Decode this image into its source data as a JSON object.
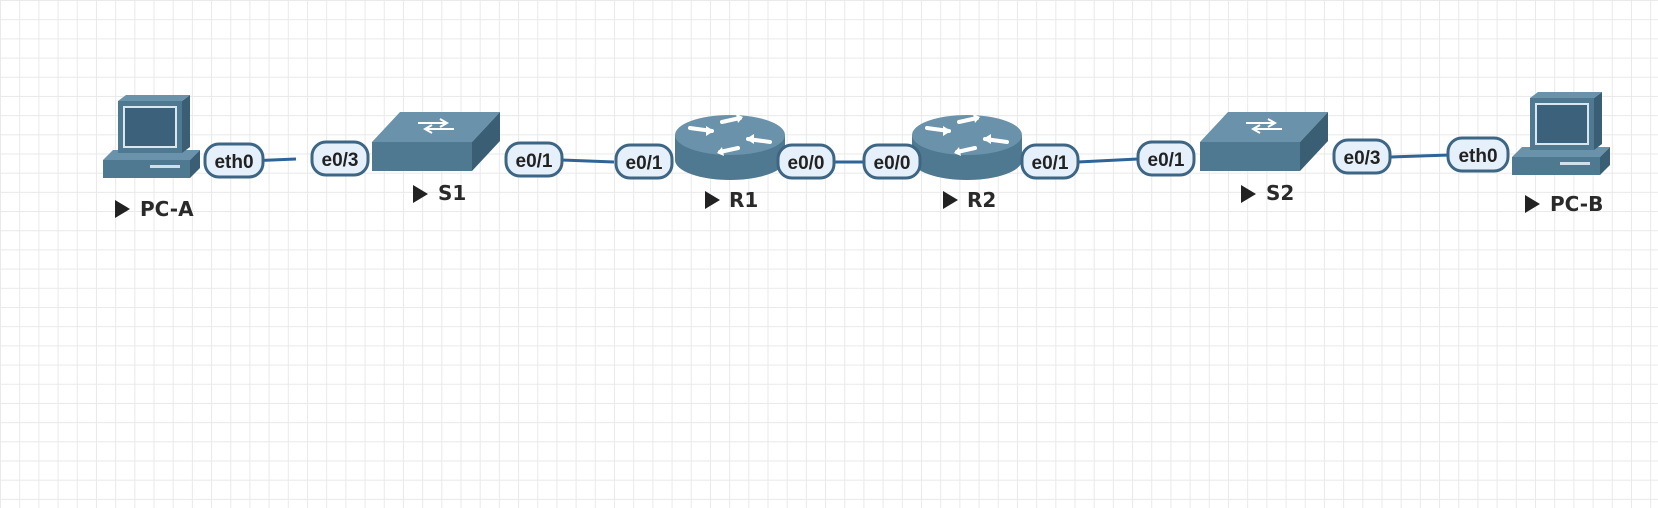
{
  "colors": {
    "device_fill": "#4f7891",
    "device_light": "#6a93ab",
    "device_dark": "#3a5f75",
    "link": "#2e6497",
    "interface_label_fill": "#e6f0fa",
    "interface_label_border": "#3d6684",
    "grid_line": "#e9e9e9"
  },
  "nodes": [
    {
      "id": "pc-a",
      "type": "pc",
      "icon": "desktop-computer-icon",
      "label": "PC-A",
      "run_icon": "play-triangle-icon"
    },
    {
      "id": "s1",
      "type": "switch",
      "icon": "switch-icon",
      "label": "S1",
      "run_icon": "play-triangle-icon"
    },
    {
      "id": "r1",
      "type": "router",
      "icon": "router-icon",
      "label": "R1",
      "run_icon": "play-triangle-icon"
    },
    {
      "id": "r2",
      "type": "router",
      "icon": "router-icon",
      "label": "R2",
      "run_icon": "play-triangle-icon"
    },
    {
      "id": "s2",
      "type": "switch",
      "icon": "switch-icon",
      "label": "S2",
      "run_icon": "play-triangle-icon"
    },
    {
      "id": "pc-b",
      "type": "pc",
      "icon": "desktop-computer-icon",
      "label": "PC-B",
      "run_icon": "play-triangle-icon"
    }
  ],
  "links": [
    {
      "from": "pc-a",
      "from_interface": "eth0",
      "to": "s1",
      "to_interface": "e0/3"
    },
    {
      "from": "s1",
      "from_interface": "e0/1",
      "to": "r1",
      "to_interface": "e0/1"
    },
    {
      "from": "r1",
      "from_interface": "e0/0",
      "to": "r2",
      "to_interface": "e0/0"
    },
    {
      "from": "r2",
      "from_interface": "e0/1",
      "to": "s2",
      "to_interface": "e0/1"
    },
    {
      "from": "s2",
      "from_interface": "e0/3",
      "to": "pc-b",
      "to_interface": "eth0"
    }
  ]
}
